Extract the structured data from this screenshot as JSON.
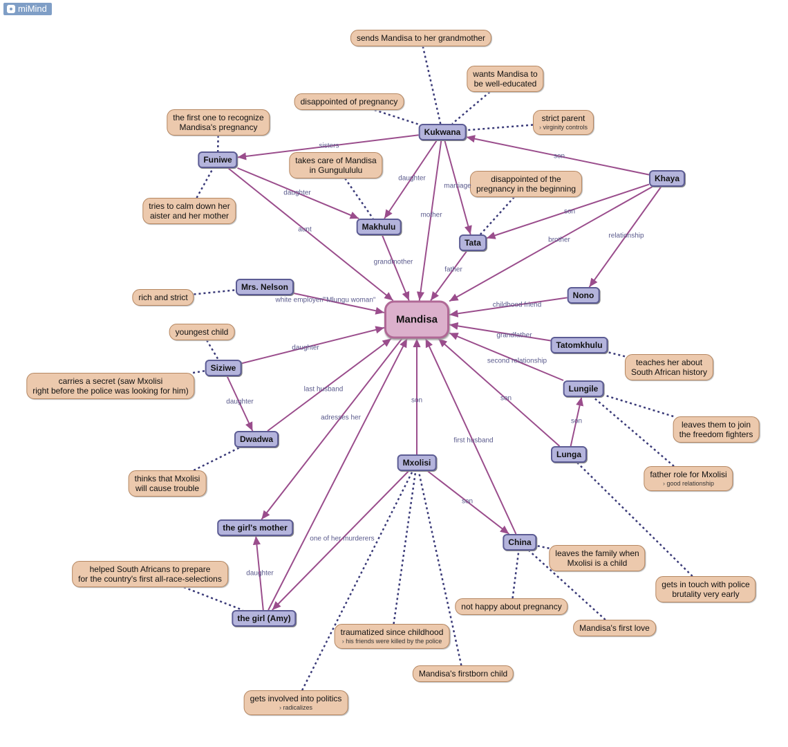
{
  "app": {
    "name": "miMind",
    "icon": "brain-icon"
  },
  "colors": {
    "edge_relation": "#9a4d8c",
    "edge_note": "#3a3a78",
    "person_fill": "#b4b4dc",
    "center_fill": "#dcb0cc",
    "note_fill": "#ecc9ad"
  },
  "nodes": [
    {
      "id": "mandisa",
      "type": "center",
      "label": "Mandisa"
    },
    {
      "id": "kukwana",
      "type": "person",
      "label": "Kukwana"
    },
    {
      "id": "funiwe",
      "type": "person",
      "label": "Funiwe"
    },
    {
      "id": "khaya",
      "type": "person",
      "label": "Khaya"
    },
    {
      "id": "makhulu",
      "type": "person",
      "label": "Makhulu"
    },
    {
      "id": "tata",
      "type": "person",
      "label": "Tata"
    },
    {
      "id": "mrsnelson",
      "type": "person",
      "label": "Mrs. Nelson"
    },
    {
      "id": "nono",
      "type": "person",
      "label": "Nono"
    },
    {
      "id": "tatomkhulu",
      "type": "person",
      "label": "Tatomkhulu"
    },
    {
      "id": "siziwe",
      "type": "person",
      "label": "Siziwe"
    },
    {
      "id": "lungile",
      "type": "person",
      "label": "Lungile"
    },
    {
      "id": "dwadwa",
      "type": "person",
      "label": "Dwadwa"
    },
    {
      "id": "lunga",
      "type": "person",
      "label": "Lunga"
    },
    {
      "id": "mxolisi",
      "type": "person",
      "label": "Mxolisi"
    },
    {
      "id": "girlsmother",
      "type": "person",
      "label": "the girl's mother"
    },
    {
      "id": "china",
      "type": "person",
      "label": "China"
    },
    {
      "id": "amy",
      "type": "person",
      "label": "the girl (Amy)"
    },
    {
      "id": "n1",
      "type": "note",
      "label": "sends Mandisa to her grandmother"
    },
    {
      "id": "n2",
      "type": "note",
      "label": "wants Mandisa to\nbe well-educated"
    },
    {
      "id": "n3",
      "type": "note",
      "label": "disappointed of pregnancy"
    },
    {
      "id": "n4",
      "type": "note",
      "label": "strict parent",
      "sub": "virginity controls"
    },
    {
      "id": "n5",
      "type": "note",
      "label": "the first one to recognize\nMandisa's pregnancy"
    },
    {
      "id": "n6",
      "type": "note",
      "label": "takes care of Mandisa\nin Gungulululu"
    },
    {
      "id": "n7",
      "type": "note",
      "label": "disappointed of the\npregnancy in the beginning"
    },
    {
      "id": "n8",
      "type": "note",
      "label": "tries to calm down her\naister and her mother"
    },
    {
      "id": "n9",
      "type": "note",
      "label": "rich and strict"
    },
    {
      "id": "n10",
      "type": "note",
      "label": "youngest child"
    },
    {
      "id": "n11",
      "type": "note",
      "label": "carries a secret (saw Mxolisi\nright before the police was looking for him)"
    },
    {
      "id": "n12",
      "type": "note",
      "label": "teaches her about\nSouth African history"
    },
    {
      "id": "n13",
      "type": "note",
      "label": "leaves them to join\nthe freedom fighters"
    },
    {
      "id": "n14",
      "type": "note",
      "label": "father role for Mxolisi",
      "sub": "good relationship"
    },
    {
      "id": "n15",
      "type": "note",
      "label": "thinks that Mxolisi\nwill cause trouble"
    },
    {
      "id": "n16",
      "type": "note",
      "label": "leaves the family when\nMxolisi is a child"
    },
    {
      "id": "n17",
      "type": "note",
      "label": "gets in touch with police\nbrutality very early"
    },
    {
      "id": "n18",
      "type": "note",
      "label": "helped South Africans to prepare\nfor the country's first all-race-selections"
    },
    {
      "id": "n19",
      "type": "note",
      "label": "not happy about pregnancy"
    },
    {
      "id": "n20",
      "type": "note",
      "label": "Mandisa's first love"
    },
    {
      "id": "n21",
      "type": "note",
      "label": "traumatized since childhood",
      "sub": "his friends were killed by the police"
    },
    {
      "id": "n22",
      "type": "note",
      "label": "Mandisa's firstborn child"
    },
    {
      "id": "n23",
      "type": "note",
      "label": "gets involved into politics",
      "sub": "radicalizes"
    }
  ],
  "edges": [
    {
      "from": "kukwana",
      "to": "funiwe",
      "style": "relation",
      "label": "sisters"
    },
    {
      "from": "kukwana",
      "to": "makhulu",
      "style": "relation",
      "label": "daughter"
    },
    {
      "from": "kukwana",
      "to": "mandisa",
      "style": "relation",
      "label": "mother"
    },
    {
      "from": "kukwana",
      "to": "tata",
      "style": "relation",
      "label": "marriage"
    },
    {
      "from": "khaya",
      "to": "kukwana",
      "style": "relation",
      "label": "son"
    },
    {
      "from": "khaya",
      "to": "tata",
      "style": "relation",
      "label": "son"
    },
    {
      "from": "khaya",
      "to": "mandisa",
      "style": "relation",
      "label": "brother"
    },
    {
      "from": "khaya",
      "to": "nono",
      "style": "relation",
      "label": "relationship"
    },
    {
      "from": "funiwe",
      "to": "makhulu",
      "style": "relation",
      "label": "daughter"
    },
    {
      "from": "funiwe",
      "to": "mandisa",
      "style": "relation",
      "label": "aunt"
    },
    {
      "from": "makhulu",
      "to": "mandisa",
      "style": "relation",
      "label": "grandmother"
    },
    {
      "from": "tata",
      "to": "mandisa",
      "style": "relation",
      "label": "father"
    },
    {
      "from": "mrsnelson",
      "to": "mandisa",
      "style": "relation",
      "label": "white employer/\"Mlungu woman\""
    },
    {
      "from": "nono",
      "to": "mandisa",
      "style": "relation",
      "label": "childhood friend"
    },
    {
      "from": "tatomkhulu",
      "to": "mandisa",
      "style": "relation",
      "label": "grandfather"
    },
    {
      "from": "siziwe",
      "to": "mandisa",
      "style": "relation",
      "label": "daughter"
    },
    {
      "from": "siziwe",
      "to": "dwadwa",
      "style": "relation",
      "label": "daughter"
    },
    {
      "from": "lungile",
      "to": "mandisa",
      "style": "relation",
      "label": "second relationship"
    },
    {
      "from": "lunga",
      "to": "lungile",
      "style": "relation",
      "label": "son"
    },
    {
      "from": "lunga",
      "to": "mandisa",
      "style": "relation",
      "label": "son"
    },
    {
      "from": "dwadwa",
      "to": "mandisa",
      "style": "relation",
      "label": "last husband"
    },
    {
      "from": "mandisa",
      "to": "girlsmother",
      "style": "relation",
      "label": "adresses her"
    },
    {
      "from": "mxolisi",
      "to": "mandisa",
      "style": "relation",
      "label": "son"
    },
    {
      "from": "china",
      "to": "mandisa",
      "style": "relation",
      "label": "first husband"
    },
    {
      "from": "mxolisi",
      "to": "china",
      "style": "relation",
      "label": "son"
    },
    {
      "from": "mxolisi",
      "to": "amy",
      "style": "relation",
      "label": "one of her murderers"
    },
    {
      "from": "amy",
      "to": "girlsmother",
      "style": "relation",
      "label": "daughter"
    },
    {
      "from": "amy",
      "to": "mandisa",
      "style": "relation",
      "label": ""
    },
    {
      "from": "n1",
      "to": "kukwana",
      "style": "note",
      "label": ""
    },
    {
      "from": "n2",
      "to": "kukwana",
      "style": "note",
      "label": ""
    },
    {
      "from": "n3",
      "to": "kukwana",
      "style": "note",
      "label": ""
    },
    {
      "from": "n4",
      "to": "kukwana",
      "style": "note",
      "label": ""
    },
    {
      "from": "n5",
      "to": "funiwe",
      "style": "note",
      "label": ""
    },
    {
      "from": "n8",
      "to": "funiwe",
      "style": "note",
      "label": ""
    },
    {
      "from": "n6",
      "to": "makhulu",
      "style": "note",
      "label": ""
    },
    {
      "from": "n7",
      "to": "tata",
      "style": "note",
      "label": ""
    },
    {
      "from": "n9",
      "to": "mrsnelson",
      "style": "note",
      "label": ""
    },
    {
      "from": "n10",
      "to": "siziwe",
      "style": "note",
      "label": ""
    },
    {
      "from": "n11",
      "to": "siziwe",
      "style": "note",
      "label": ""
    },
    {
      "from": "n12",
      "to": "tatomkhulu",
      "style": "note",
      "label": ""
    },
    {
      "from": "n13",
      "to": "lungile",
      "style": "note",
      "label": ""
    },
    {
      "from": "n14",
      "to": "lungile",
      "style": "note",
      "label": ""
    },
    {
      "from": "n15",
      "to": "dwadwa",
      "style": "note",
      "label": ""
    },
    {
      "from": "n17",
      "to": "lunga",
      "style": "note",
      "label": ""
    },
    {
      "from": "n16",
      "to": "china",
      "style": "note",
      "label": ""
    },
    {
      "from": "n19",
      "to": "china",
      "style": "note",
      "label": ""
    },
    {
      "from": "n20",
      "to": "china",
      "style": "note",
      "label": ""
    },
    {
      "from": "n18",
      "to": "amy",
      "style": "note",
      "label": ""
    },
    {
      "from": "n21",
      "to": "mxolisi",
      "style": "note",
      "label": ""
    },
    {
      "from": "n22",
      "to": "mxolisi",
      "style": "note",
      "label": ""
    },
    {
      "from": "n23",
      "to": "mxolisi",
      "style": "note",
      "label": ""
    }
  ]
}
